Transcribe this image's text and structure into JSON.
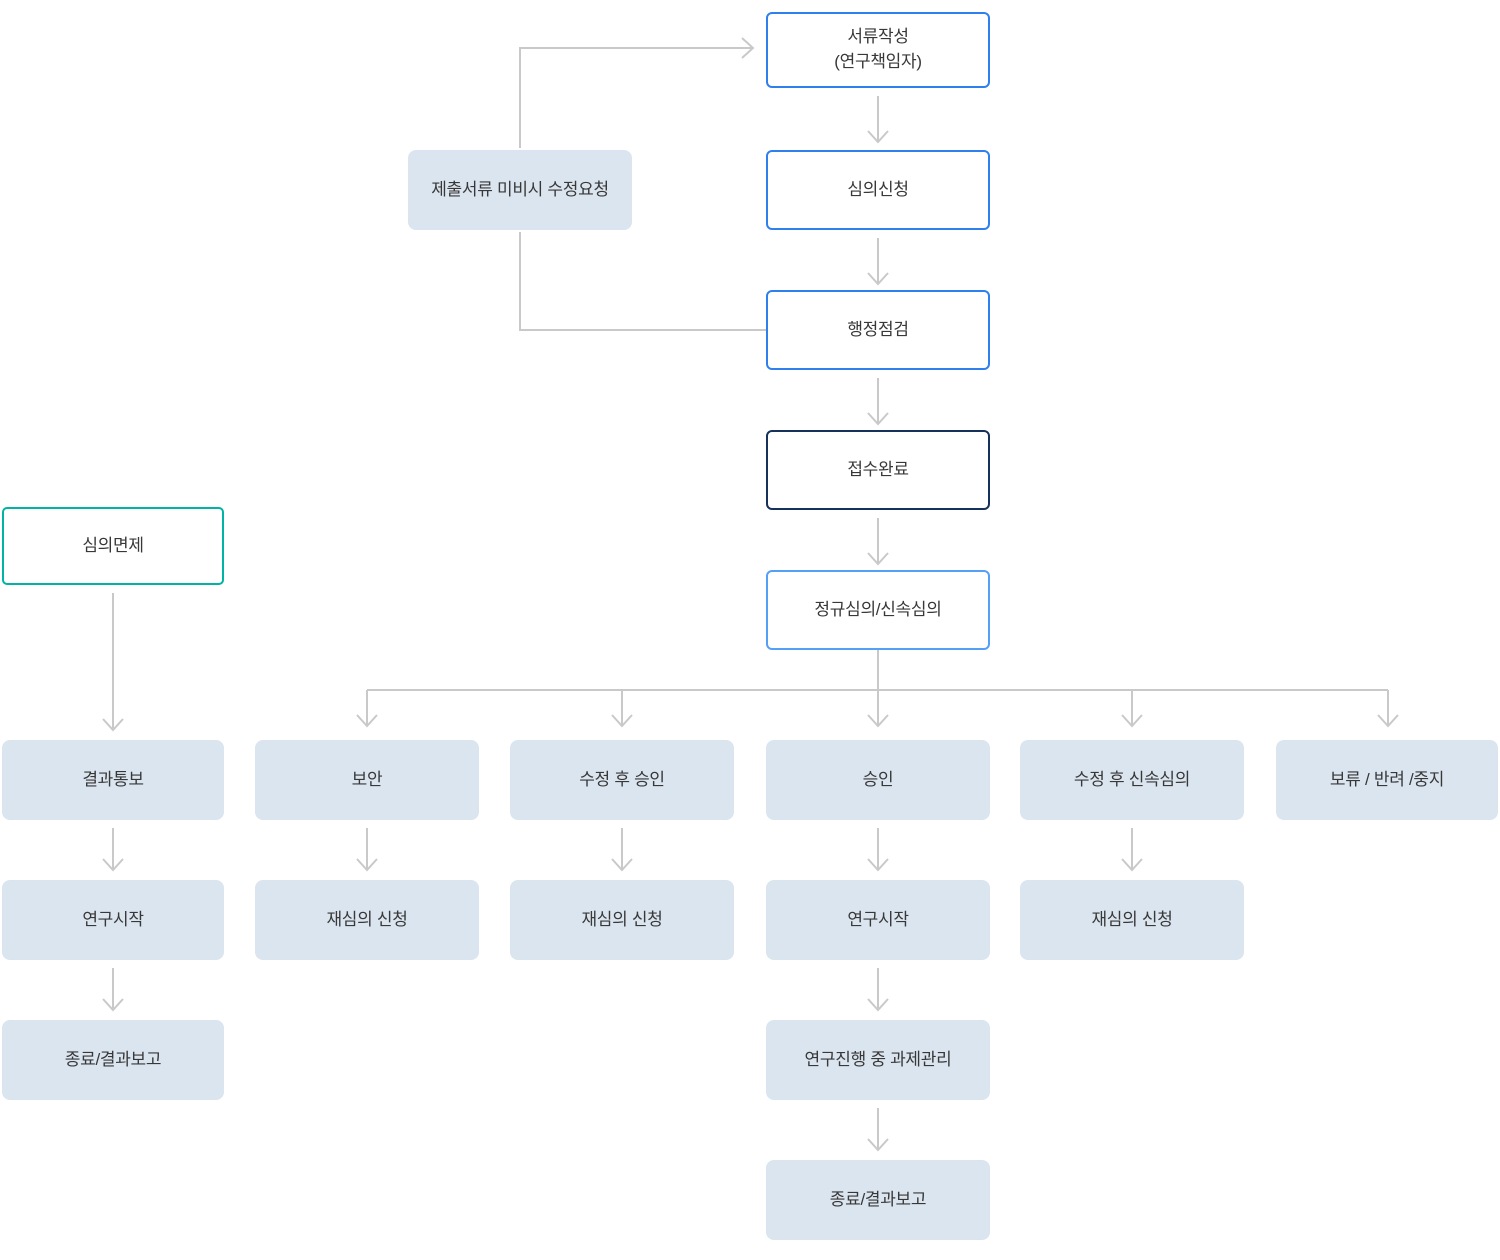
{
  "colors": {
    "accent_blue": "#2f80ed",
    "accent_light_blue": "#54a0f7",
    "accent_navy": "#16325c",
    "accent_teal": "#00b3a6",
    "node_fill": "#dbe5ef",
    "connector_gray": "#c9c9c9",
    "text": "#383838"
  },
  "nodes": {
    "document_preparation": {
      "label": "서류작성",
      "sublabel": "(연구책임자)"
    },
    "review_application": {
      "label": "심의신청"
    },
    "administrative_check": {
      "label": "행정점검"
    },
    "receipt_completed": {
      "label": "접수완료"
    },
    "regular_or_expedited_review": {
      "label": "정규심의/신속심의"
    },
    "incomplete_documents_revision_request": {
      "label": "제출서류 미비시 수정요청"
    },
    "review_exemption": {
      "label": "심의면제"
    },
    "result_notification": {
      "label": "결과통보"
    },
    "exemption_research_start": {
      "label": "연구시작"
    },
    "exemption_end_report": {
      "label": "종료/결과보고"
    },
    "supplement": {
      "label": "보안"
    },
    "supplement_rereview_request": {
      "label": "재심의 신청"
    },
    "approval_after_revision": {
      "label": "수정 후 승인"
    },
    "revision_rereview_request": {
      "label": "재심의 신청"
    },
    "approval": {
      "label": "승인"
    },
    "approval_research_start": {
      "label": "연구시작"
    },
    "project_management_during_research": {
      "label": "연구진행 중 과제관리"
    },
    "approval_end_report": {
      "label": "종료/결과보고"
    },
    "expedited_review_after_revision": {
      "label": "수정 후 신속심의"
    },
    "expedited_rereview_request": {
      "label": "재심의 신청"
    },
    "hold_reject_stop": {
      "label": "보류 / 반려 /중지"
    }
  }
}
